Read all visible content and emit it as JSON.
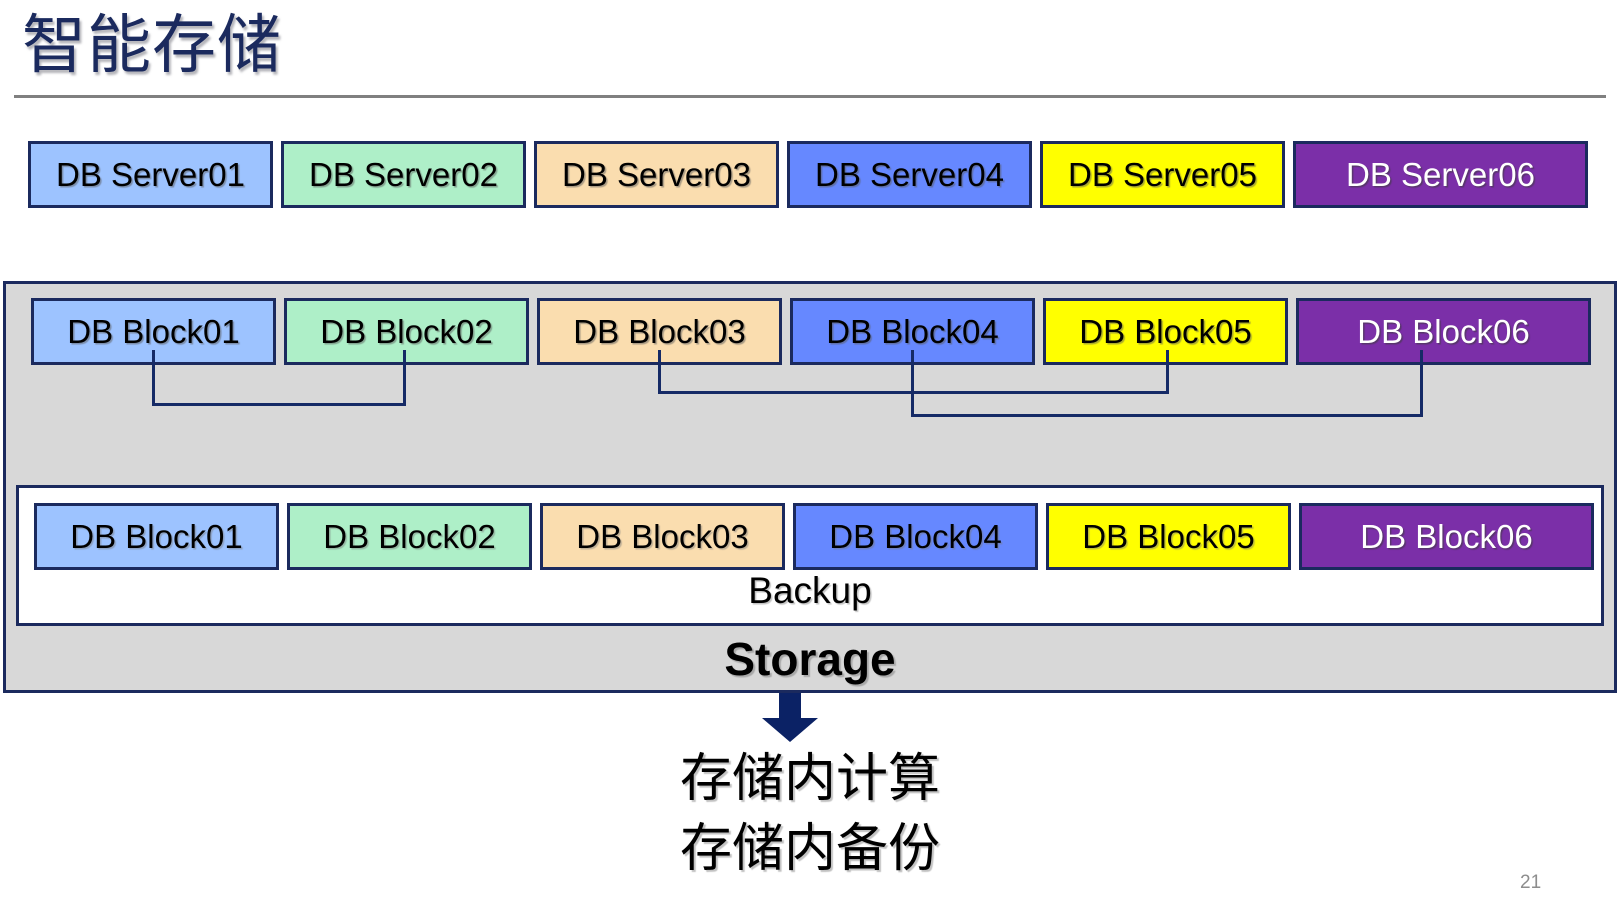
{
  "slide": {
    "title": "智能存储",
    "page_number": "21"
  },
  "colors": {
    "title_text": "#1B2A5E",
    "border": "#1B2A5E",
    "rule": "#808080",
    "storage_bg": "#D8D8D8",
    "backup_bg": "#FFFFFF",
    "connector": "#152A66",
    "arrow": "#0B2265",
    "page_number": "#8D8D8D",
    "palette": [
      "#9DC3FF",
      "#AEEFC8",
      "#FADDAF",
      "#6688FF",
      "#FFFF00",
      "#7B2FA8"
    ]
  },
  "servers": [
    {
      "label": "DB Server01",
      "fill": "#9DC3FF",
      "text": "#000000"
    },
    {
      "label": "DB Server02",
      "fill": "#AEEFC8",
      "text": "#000000"
    },
    {
      "label": "DB Server03",
      "fill": "#FADDAF",
      "text": "#000000"
    },
    {
      "label": "DB Server04",
      "fill": "#6688FF",
      "text": "#000000"
    },
    {
      "label": "DB Server05",
      "fill": "#FFFF00",
      "text": "#000000"
    },
    {
      "label": "DB Server06",
      "fill": "#7B2FA8",
      "text": "#FFFFFF"
    }
  ],
  "storage": {
    "label": "Storage",
    "primary_blocks": [
      {
        "label": "DB Block01",
        "fill": "#9DC3FF",
        "text": "#000000"
      },
      {
        "label": "DB Block02",
        "fill": "#AEEFC8",
        "text": "#000000"
      },
      {
        "label": "DB Block03",
        "fill": "#FADDAF",
        "text": "#000000"
      },
      {
        "label": "DB Block04",
        "fill": "#6688FF",
        "text": "#000000"
      },
      {
        "label": "DB Block05",
        "fill": "#FFFF00",
        "text": "#000000"
      },
      {
        "label": "DB Block06",
        "fill": "#7B2FA8",
        "text": "#FFFFFF"
      }
    ],
    "backup": {
      "label": "Backup",
      "blocks": [
        {
          "label": "DB Block01",
          "fill": "#9DC3FF",
          "text": "#000000"
        },
        {
          "label": "DB Block02",
          "fill": "#AEEFC8",
          "text": "#000000"
        },
        {
          "label": "DB Block03",
          "fill": "#FADDAF",
          "text": "#000000"
        },
        {
          "label": "DB Block04",
          "fill": "#6688FF",
          "text": "#000000"
        },
        {
          "label": "DB Block05",
          "fill": "#FFFF00",
          "text": "#000000"
        },
        {
          "label": "DB Block06",
          "fill": "#7B2FA8",
          "text": "#FFFFFF"
        }
      ]
    }
  },
  "captions": [
    "存储内计算",
    "存储内备份"
  ],
  "icons": {
    "flow_arrow": "down-arrow-icon"
  }
}
